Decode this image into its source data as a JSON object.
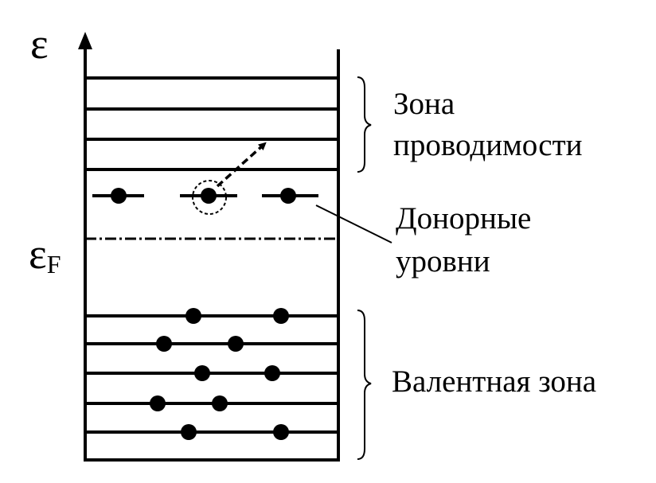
{
  "axis": {
    "symbol": "ε",
    "fermi_symbol": "ε",
    "fermi_subscript": "F"
  },
  "labels": {
    "conduction": [
      "Зона",
      "проводимости"
    ],
    "donor": [
      "Донорные",
      "уровни"
    ],
    "valence": "Валентная зона"
  },
  "colors": {
    "ink": "#000000",
    "background": "#ffffff"
  }
}
